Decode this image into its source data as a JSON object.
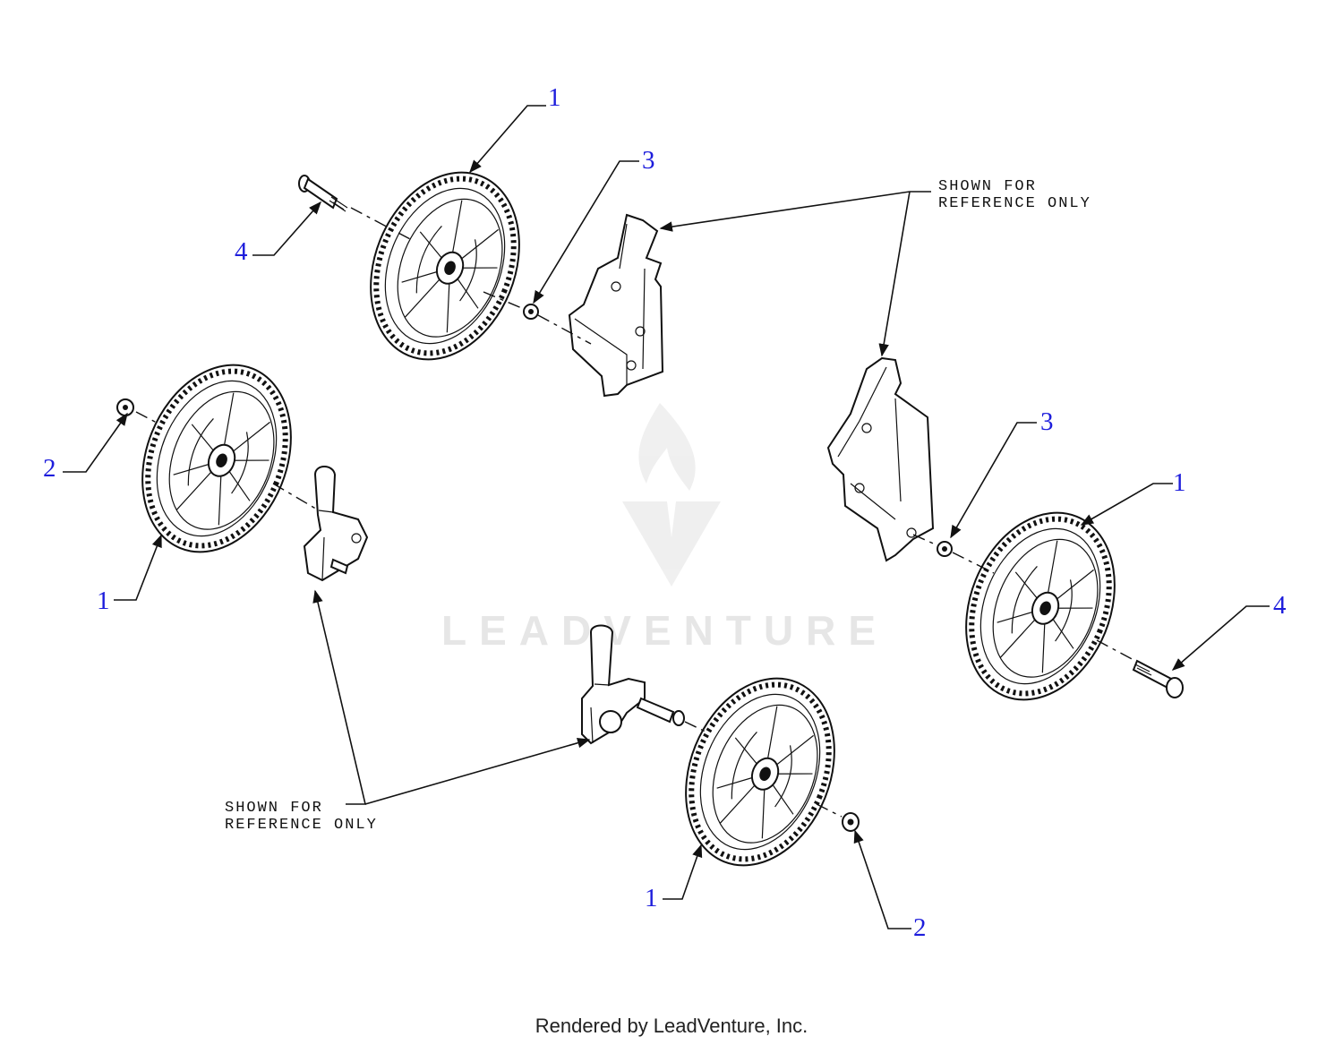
{
  "callouts": {
    "top_wheel": "1",
    "top_bolt": "4",
    "top_washer": "3",
    "left_nut": "2",
    "left_wheel": "1",
    "right_washer": "3",
    "right_wheel": "1",
    "right_bolt": "4",
    "bottom_wheel": "1",
    "bottom_nut": "2"
  },
  "notes": {
    "top_line1": "SHOWN FOR",
    "top_line2": "REFERENCE ONLY",
    "bottom_line1": "SHOWN FOR",
    "bottom_line2": "REFERENCE ONLY"
  },
  "watermark": "LEADVENTURE",
  "footer": "Rendered by LeadVenture, Inc.",
  "colors": {
    "callout": "#1d1ddc",
    "lines": "#111111",
    "watermark": "#e6e6e6"
  }
}
